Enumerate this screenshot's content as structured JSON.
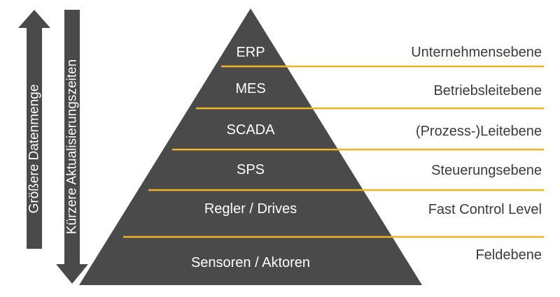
{
  "colors": {
    "dark": "#4a4a4a",
    "accent": "#f0b323",
    "background": "#ffffff",
    "label_text": "#3b3b3b",
    "inner_text": "#ffffff"
  },
  "arrows": {
    "left": {
      "label": "Größere Datenmenge",
      "direction": "up"
    },
    "right": {
      "label": "Kürzere Aktualisierungszeiten",
      "direction": "down"
    }
  },
  "levels": [
    {
      "name": "ERP",
      "description": "Unternehmensebene"
    },
    {
      "name": "MES",
      "description": "Betriebsleitebene"
    },
    {
      "name": "SCADA",
      "description": "(Prozess-)Leitebene"
    },
    {
      "name": "SPS",
      "description": "Steuerungsebene"
    },
    {
      "name": "Regler / Drives",
      "description": "Fast Control Level"
    },
    {
      "name": "Sensoren / Aktoren",
      "description": "Feldebene"
    }
  ]
}
